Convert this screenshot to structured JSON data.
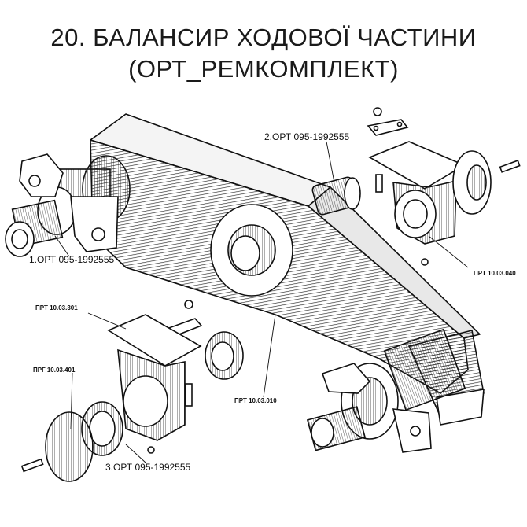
{
  "title": {
    "line1": "20. БАЛАНСИР ХОДОВОЇ ЧАСТИНИ",
    "line2": "(ОРТ_РЕМКОМПЛЕКТ)"
  },
  "labels": {
    "part1": "1.ОРТ 095-1992555",
    "part2": "2.ОРТ 095-1992555",
    "part3": "3.ОРТ 095-1992555",
    "prt_040": "ПРТ 10.03.040",
    "prt_301": "ПРТ 10.03.301",
    "prg_401": "ПРГ 10.03.401",
    "prt_010": "ПРТ 10.03.010"
  }
}
